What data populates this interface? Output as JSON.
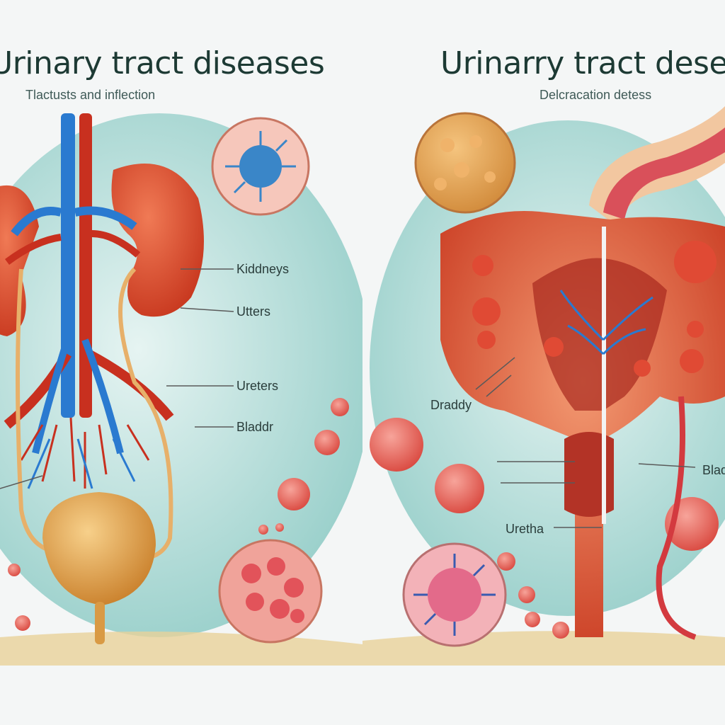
{
  "left_panel": {
    "title": "Urinary tract diseases",
    "subtitle": "Tlactusts and inflection",
    "labels": {
      "kidneys": "Kiddneys",
      "utters": "Utters",
      "ureters": "Ureters",
      "bladder": "Bladdr"
    }
  },
  "right_panel": {
    "title": "Urinarry tract deseases",
    "subtitle": "Delcracation detess",
    "labels": {
      "draddy": "Draddy",
      "bladder": "Blad",
      "urethra": "Uretha"
    }
  },
  "colors": {
    "background": "#f4f6f6",
    "teal_backdrop": "#a8d8d4",
    "kidney_red": "#d9472f",
    "vein_blue": "#2a7ad0",
    "artery_red": "#c8301f",
    "bladder_gold": "#e0a24a"
  }
}
